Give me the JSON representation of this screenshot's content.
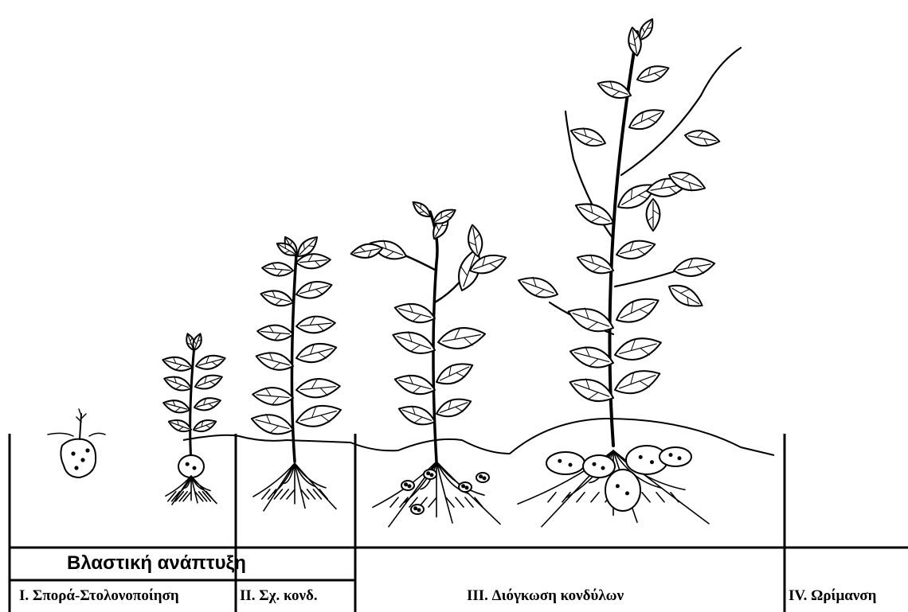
{
  "title": "Βλαστική ανάπτυξη",
  "stages": [
    {
      "label": "I. Σπορά-Στολονοποίηση"
    },
    {
      "label": "II. Σχ. κονδ."
    },
    {
      "label": "III. Διόγκωση κονδύλων"
    },
    {
      "label": "IV. Ωρίμανση"
    }
  ],
  "plants": [
    {
      "name": "seed-tuber"
    },
    {
      "name": "emergence"
    },
    {
      "name": "tuber-initiation"
    },
    {
      "name": "tuber-bulking-early"
    },
    {
      "name": "tuber-bulking-late"
    }
  ],
  "colors": {
    "ink": "#000000",
    "background": "#ffffff"
  }
}
